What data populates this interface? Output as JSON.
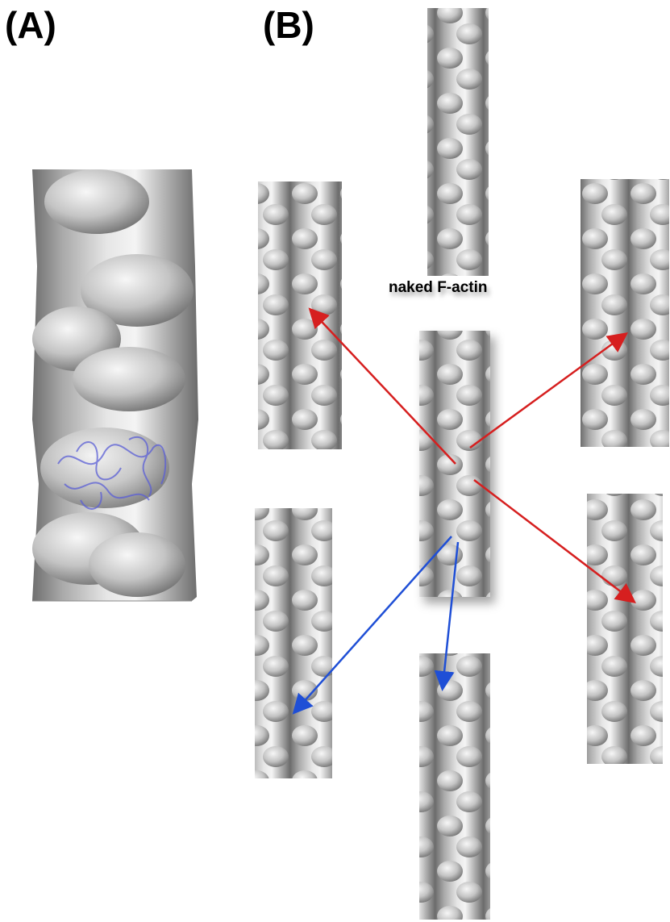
{
  "labels": {
    "panel_a": "(A)",
    "panel_b": "(B)",
    "naked_actin": "naked F-actin"
  },
  "colors": {
    "surface_light": "#e8e8e8",
    "surface_mid": "#b8b8b8",
    "surface_dark": "#7a7a7a",
    "ribbon": "#5b5fd6",
    "arrow_red": "#d61f1f",
    "arrow_blue": "#1f4fd6"
  }
}
